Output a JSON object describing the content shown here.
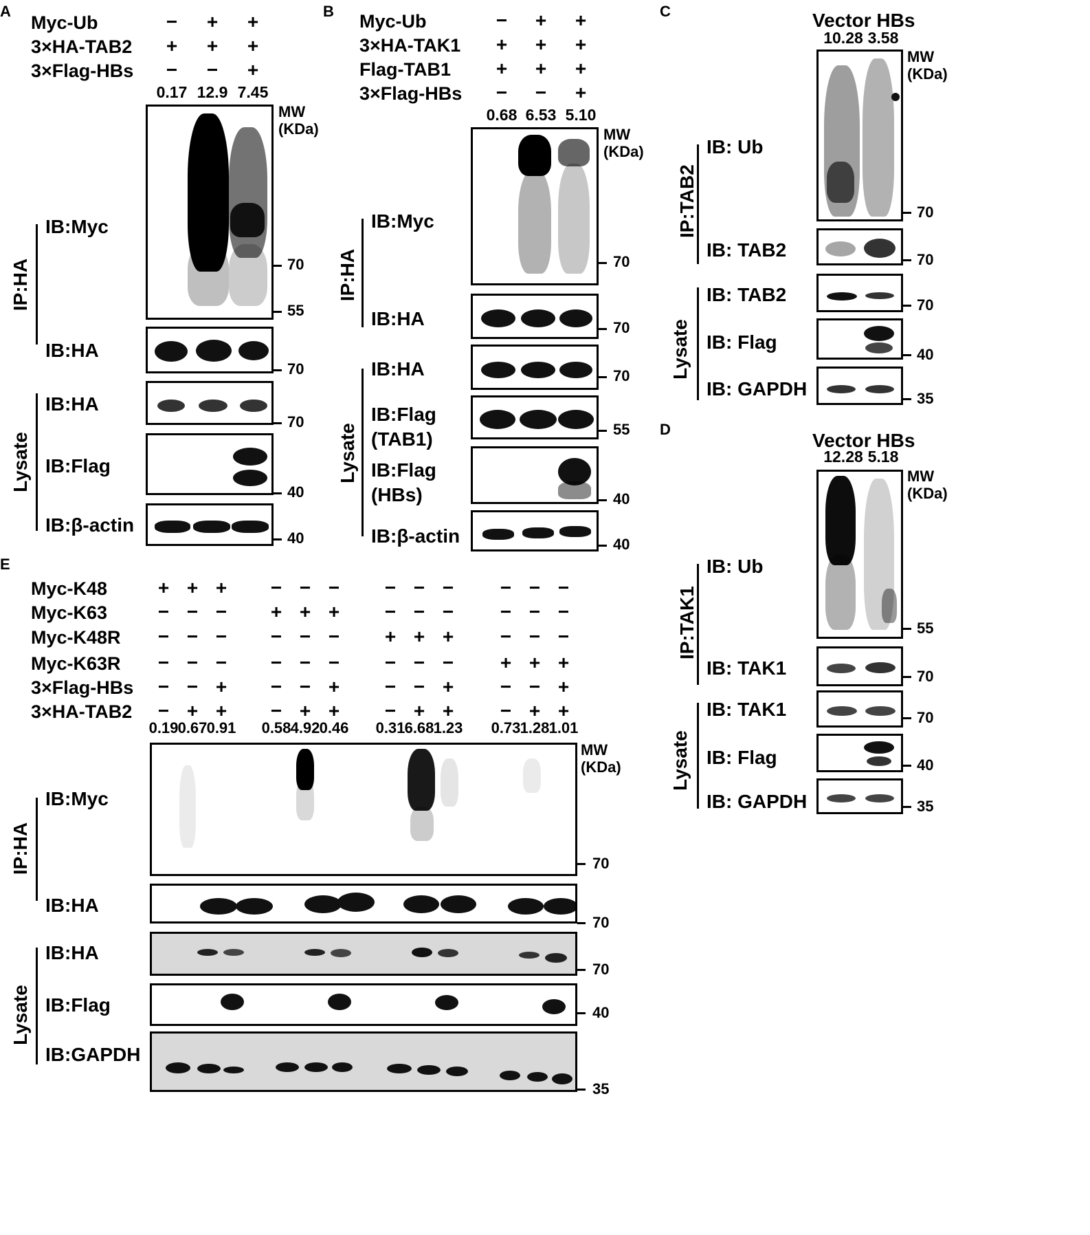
{
  "panels": {
    "A": {
      "letter": "A",
      "treatments": [
        {
          "label": "Myc-Ub",
          "signs": [
            "−",
            "+",
            "+"
          ]
        },
        {
          "label": "3×HA-TAB2",
          "signs": [
            "+",
            "+",
            "+"
          ]
        },
        {
          "label": "3×Flag-HBs",
          "signs": [
            "−",
            "−",
            "+"
          ]
        }
      ],
      "quant": [
        "0.17",
        "12.9",
        "7.45"
      ],
      "mw_header": "MW\n(KDa)",
      "groups": [
        "IP:HA",
        "Lysate"
      ],
      "ib": [
        "IB:Myc",
        "IB:HA",
        "IB:HA",
        "IB:Flag",
        "IB:β-actin"
      ],
      "markers": [
        "70",
        "55",
        "70",
        "70",
        "40",
        "40"
      ]
    },
    "B": {
      "letter": "B",
      "treatments": [
        {
          "label": "Myc-Ub",
          "signs": [
            "−",
            "+",
            "+"
          ]
        },
        {
          "label": "3×HA-TAK1",
          "signs": [
            "+",
            "+",
            "+"
          ]
        },
        {
          "label": "Flag-TAB1",
          "signs": [
            "+",
            "+",
            "+"
          ]
        },
        {
          "label": "3×Flag-HBs",
          "signs": [
            "−",
            "−",
            "+"
          ]
        }
      ],
      "quant": [
        "0.68",
        "6.53",
        "5.10"
      ],
      "mw_header": "MW\n(KDa)",
      "groups": [
        "IP:HA",
        "Lysate"
      ],
      "ib": [
        "IB:Myc",
        "IB:HA",
        "IB:HA",
        "IB:Flag\n(TAB1)",
        "IB:Flag\n(HBs)",
        "IB:β-actin"
      ],
      "markers": [
        "70",
        "70",
        "70",
        "55",
        "40",
        "40"
      ]
    },
    "C": {
      "letter": "C",
      "lanes": "Vector HBs",
      "quant": [
        "10.28",
        "3.58"
      ],
      "mw_header": "MW\n(KDa)",
      "groups": [
        "IP:TAB2",
        "Lysate"
      ],
      "ib": [
        "IB: Ub",
        "IB: TAB2",
        "IB: TAB2",
        "IB: Flag",
        "IB: GAPDH"
      ],
      "markers": [
        "70",
        "70",
        "70",
        "40",
        "35"
      ]
    },
    "D": {
      "letter": "D",
      "lanes": "Vector HBs",
      "quant": [
        "12.28",
        "5.18"
      ],
      "mw_header": "MW\n(KDa)",
      "groups": [
        "IP:TAK1",
        "Lysate"
      ],
      "ib": [
        "IB: Ub",
        "IB: TAK1",
        "IB: TAK1",
        "IB: Flag",
        "IB: GAPDH"
      ],
      "markers": [
        "55",
        "70",
        "70",
        "40",
        "35"
      ]
    },
    "E": {
      "letter": "E",
      "treatments": [
        {
          "label": "Myc-K48",
          "signs": [
            "+",
            "+",
            "+",
            "−",
            "−",
            "−",
            "−",
            "−",
            "−",
            "−",
            "−",
            "−"
          ]
        },
        {
          "label": "Myc-K63",
          "signs": [
            "−",
            "−",
            "−",
            "+",
            "+",
            "+",
            "−",
            "−",
            "−",
            "−",
            "−",
            "−"
          ]
        },
        {
          "label": "Myc-K48R",
          "signs": [
            "−",
            "−",
            "−",
            "−",
            "−",
            "−",
            "+",
            "+",
            "+",
            "−",
            "−",
            "−"
          ]
        },
        {
          "label": "Myc-K63R",
          "signs": [
            "−",
            "−",
            "−",
            "−",
            "−",
            "−",
            "−",
            "−",
            "−",
            "+",
            "+",
            "+"
          ]
        },
        {
          "label": "3×Flag-HBs",
          "signs": [
            "−",
            "−",
            "+",
            "−",
            "−",
            "+",
            "−",
            "−",
            "+",
            "−",
            "−",
            "+"
          ]
        },
        {
          "label": "3×HA-TAB2",
          "signs": [
            "−",
            "+",
            "+",
            "−",
            "+",
            "+",
            "−",
            "+",
            "+",
            "−",
            "+",
            "+"
          ]
        }
      ],
      "quant": [
        "0.19",
        "0.67",
        "0.91",
        "0.58",
        "4.92",
        "0.46",
        "0.31",
        "6.68",
        "1.23",
        "0.73",
        "1.28",
        "1.01"
      ],
      "mw_header": "MW\n(KDa)",
      "groups": [
        "IP:HA",
        "Lysate"
      ],
      "ib": [
        "IB:Myc",
        "IB:HA",
        "IB:HA",
        "IB:Flag",
        "IB:GAPDH"
      ],
      "markers": [
        "70",
        "70",
        "70",
        "40",
        "35"
      ]
    }
  }
}
